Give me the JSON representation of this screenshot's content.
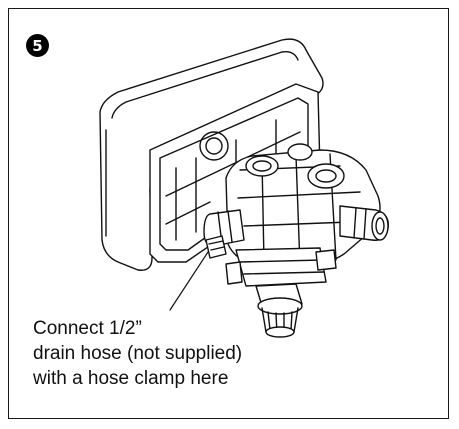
{
  "step": {
    "number": "5"
  },
  "caption": {
    "line1": "Connect 1/2”",
    "line2": "drain hose (not supplied)",
    "line3": "with a hose clamp here"
  },
  "colors": {
    "ink": "#111111",
    "paper": "#ffffff",
    "fill": "#e6e6e6"
  }
}
